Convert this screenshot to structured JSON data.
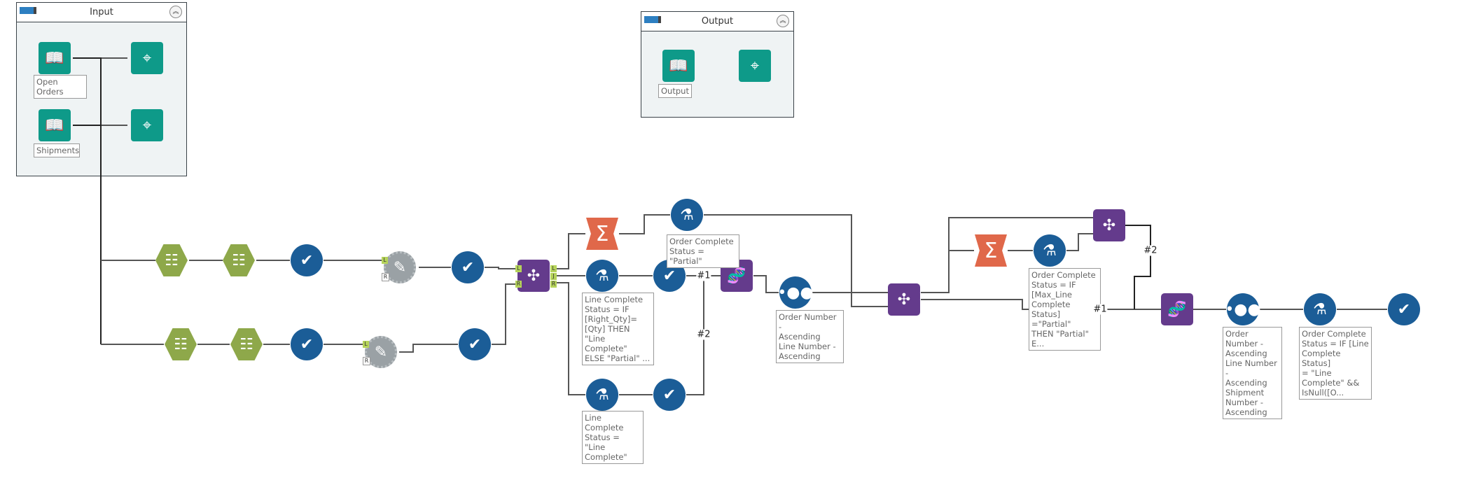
{
  "containers": {
    "input": {
      "title": "Input",
      "collapse_icon": "chevron-up-icon"
    },
    "output": {
      "title": "Output",
      "collapse_icon": "chevron-up-icon"
    }
  },
  "annotations": {
    "open_orders": "Open Orders",
    "shipments": "Shipments",
    "output": "Output",
    "order_partial": "Order Complete\nStatus = \"Partial\"",
    "line_complete_if": "Line Complete\nStatus = IF\n[Right_Qty]=\n[Qty] THEN \"Line\nComplete\"\nELSE \"Partial\" ...",
    "line_complete": "Line Complete\nStatus = \"Line\nComplete\"",
    "sort1": "Order Number -\nAscending\nLine Number -\nAscending",
    "order_if_max": "Order Complete\nStatus = IF\n[Max_Line\nComplete Status]\n=\"Partial\"\nTHEN \"Partial\"\nE...",
    "sort2": "Order Number -\nAscending\nLine Number -\nAscending\nShipment\nNumber -\nAscending",
    "order_if_line": "Order Complete\nStatus = IF [Line\nComplete Status]\n= \"Line\nComplete\" &&\nIsNull([O..."
  },
  "connection_labels": {
    "one": "#1",
    "two": "#2"
  },
  "anchors": {
    "L": "L",
    "J": "J",
    "R": "R"
  },
  "colors": {
    "input_output": "#0e9a89",
    "preparation": "#8ea84a",
    "select": "#1b5d97",
    "join": "#643b8c",
    "summarize": "#e0684a",
    "connector": "#b5d35a"
  }
}
